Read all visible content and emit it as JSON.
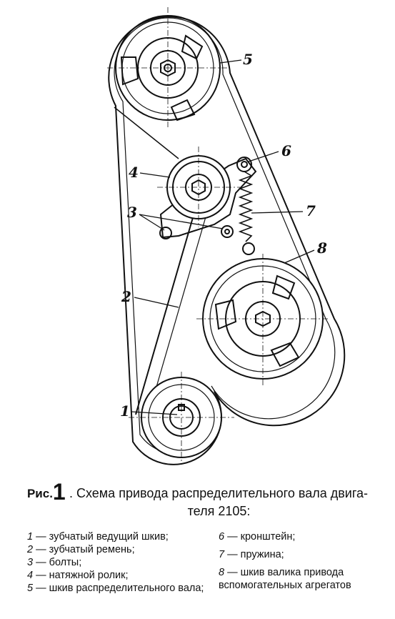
{
  "diagram": {
    "labels": [
      "1",
      "2",
      "3",
      "4",
      "5",
      "6",
      "7",
      "8"
    ]
  },
  "caption": {
    "prefix": "Рис.",
    "number": "1",
    "title_line1": ". Схема привода распределительного вала двига-",
    "title_line2": "теля 2105:"
  },
  "legend": {
    "left": [
      {
        "num": "1",
        "text": " — зубчатый ведущий шкив;"
      },
      {
        "num": "2",
        "text": " — зубчатый ремень;"
      },
      {
        "num": "3",
        "text": " — болты;"
      },
      {
        "num": "4",
        "text": " — натяжной ролик;"
      },
      {
        "num": "5",
        "text": " — шкив распределительного вала;"
      }
    ],
    "right": [
      {
        "num": "6",
        "text": " — кронштейн;"
      },
      {
        "num": "7",
        "text": " — пружина;"
      },
      {
        "num": "8",
        "text": " — шкив валика привода вспомогательных агрегатов"
      }
    ]
  }
}
